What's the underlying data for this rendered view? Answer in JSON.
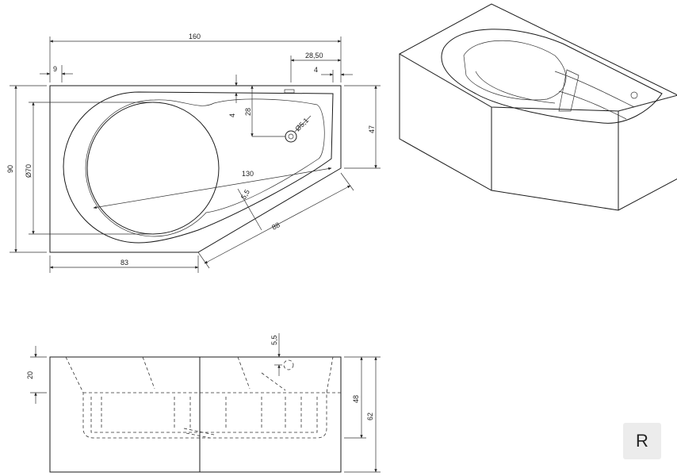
{
  "plan_view": {
    "dims": {
      "overall_length": "160",
      "left_offset": "9",
      "outlet_offset": "28,50",
      "right_offset": "4",
      "top_offset": "4",
      "outlet_depth": "28",
      "outlet_diameter": "Ø5,1",
      "short_side": "47",
      "overall_width": "90",
      "basin_diameter": "Ø70",
      "diagonal_length": "130",
      "rim_width": "5,5",
      "angled_side": "88",
      "bottom_length": "83"
    }
  },
  "elevation_view": {
    "dims": {
      "rim_height": "5,5",
      "apron_height": "20",
      "inner_depth": "48",
      "overall_height": "62"
    }
  },
  "side_indicator": "R"
}
